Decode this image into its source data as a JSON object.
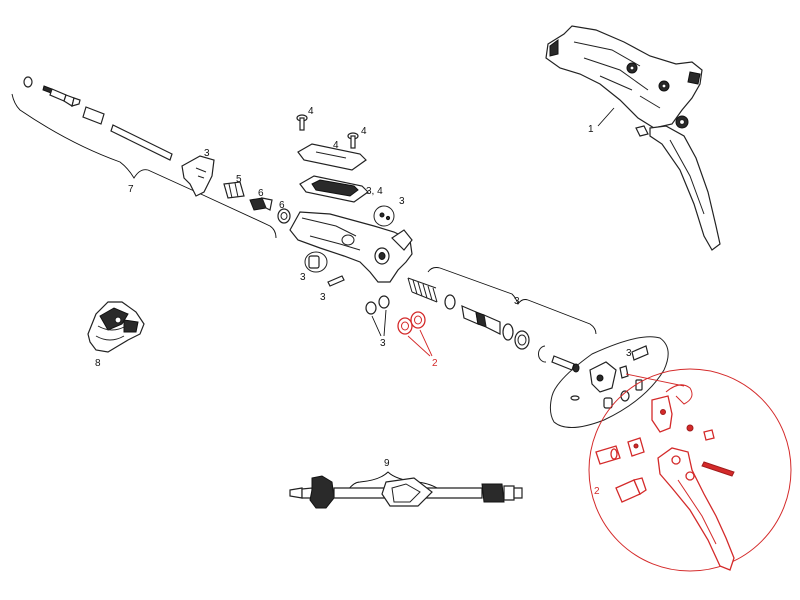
{
  "colors": {
    "ink": "#222222",
    "highlight": "#d42a2a",
    "background": "#ffffff"
  },
  "labels": {
    "lever_assembly": "1",
    "red_service_kit_main": "2",
    "red_service_kit_detail": "2",
    "hose_barb_kit": "3",
    "reservoir_cap_kit": "3, 4",
    "bleed_port_kit": "3",
    "pivot_pin_kit": "3",
    "piston_seal_kit_left": "3",
    "piston_kit": "3",
    "pivot_hardware_kit": "3",
    "cap_screw_a": "4",
    "cap_screw_b": "4",
    "reservoir_cover": "4",
    "compression_nut": "5",
    "barb_insert": "6",
    "barb_fitting": "6",
    "hose_kit": "7",
    "clamp": "8",
    "bleed_tool": "9"
  }
}
